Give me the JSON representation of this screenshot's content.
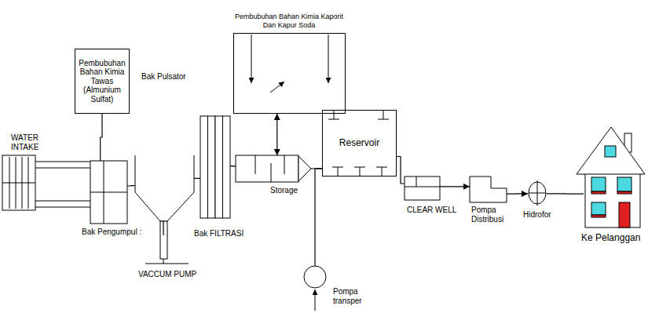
{
  "diagram": {
    "nodes": [
      {
        "text": [
          "WATER INTAKE"
        ]
      },
      {
        "text": [
          "Pembubuhan Bahan Kimia Tawas (Almunium Sulfat)"
        ]
      },
      {
        "text": [
          "Bak Pengumpul :"
        ]
      },
      {
        "text": [
          "Bak Pulsator"
        ]
      },
      {
        "text": [
          "VACCUM PUMP"
        ]
      },
      {
        "text": [
          "Bak FILTRASI"
        ]
      },
      {
        "text": [
          "Pembubuhan Bahan Kimia Kaporit Dan Kapur Soda"
        ]
      },
      {
        "text": [
          "Storage"
        ]
      },
      {
        "text": [
          "Pompa transper"
        ]
      },
      {
        "text": [
          "Reservoir"
        ]
      },
      {
        "text": [
          "CLEAR WELL"
        ]
      },
      {
        "text": [
          "Pompa Distribusi"
        ]
      },
      {
        "text": [
          "Hidrofor"
        ]
      },
      {
        "text": [
          "Ke Pelanggan"
        ]
      }
    ],
    "edges": [
      {
        "from": 0,
        "to": 2,
        "arrow": "none"
      },
      {
        "from": 1,
        "to": 2,
        "arrow": "none"
      },
      {
        "from": 2,
        "to": 3,
        "arrow": "none"
      },
      {
        "from": 4,
        "to": 3,
        "arrow": "none"
      },
      {
        "from": 3,
        "to": 5,
        "arrow": "none"
      },
      {
        "from": 5,
        "to": 7,
        "arrow": "none"
      },
      {
        "from": 6,
        "to": 7,
        "arrow": "both"
      },
      {
        "from": 7,
        "to": 9,
        "arrow": "none"
      },
      {
        "from": 8,
        "to": 9,
        "arrow": "none"
      },
      {
        "from": 9,
        "to": 10,
        "arrow": "none"
      },
      {
        "from": 10,
        "to": 11,
        "arrow": "to"
      },
      {
        "from": 11,
        "to": 12,
        "arrow": "to"
      },
      {
        "from": 12,
        "to": 13,
        "arrow": "none"
      }
    ]
  }
}
